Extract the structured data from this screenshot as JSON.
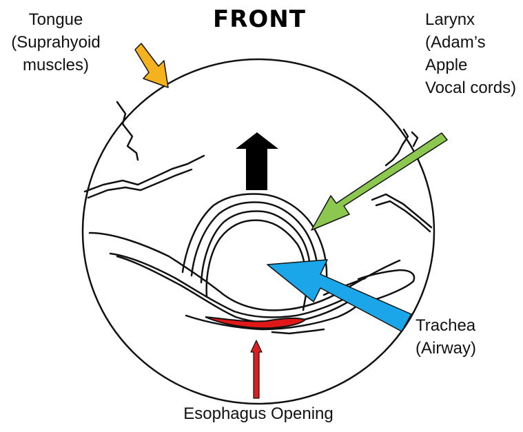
{
  "title": "FRONT",
  "labels": {
    "tongue": [
      "Tongue",
      "(Suprahyoid",
      "muscles)"
    ],
    "larynx": [
      "Larynx",
      "(Adam’s",
      "Apple",
      "Vocal cords)"
    ],
    "trachea": [
      "Trachea",
      "(Airway)"
    ],
    "esophagus": "Esophagus Opening"
  },
  "colors": {
    "tongue_arrow": "#F4B21E",
    "larynx_arrow": "#8CC850",
    "trachea_arrow": "#1AA6E8",
    "esophagus_arrow": "#D82020",
    "front_arrow": "#000000",
    "outline": "#111111"
  }
}
